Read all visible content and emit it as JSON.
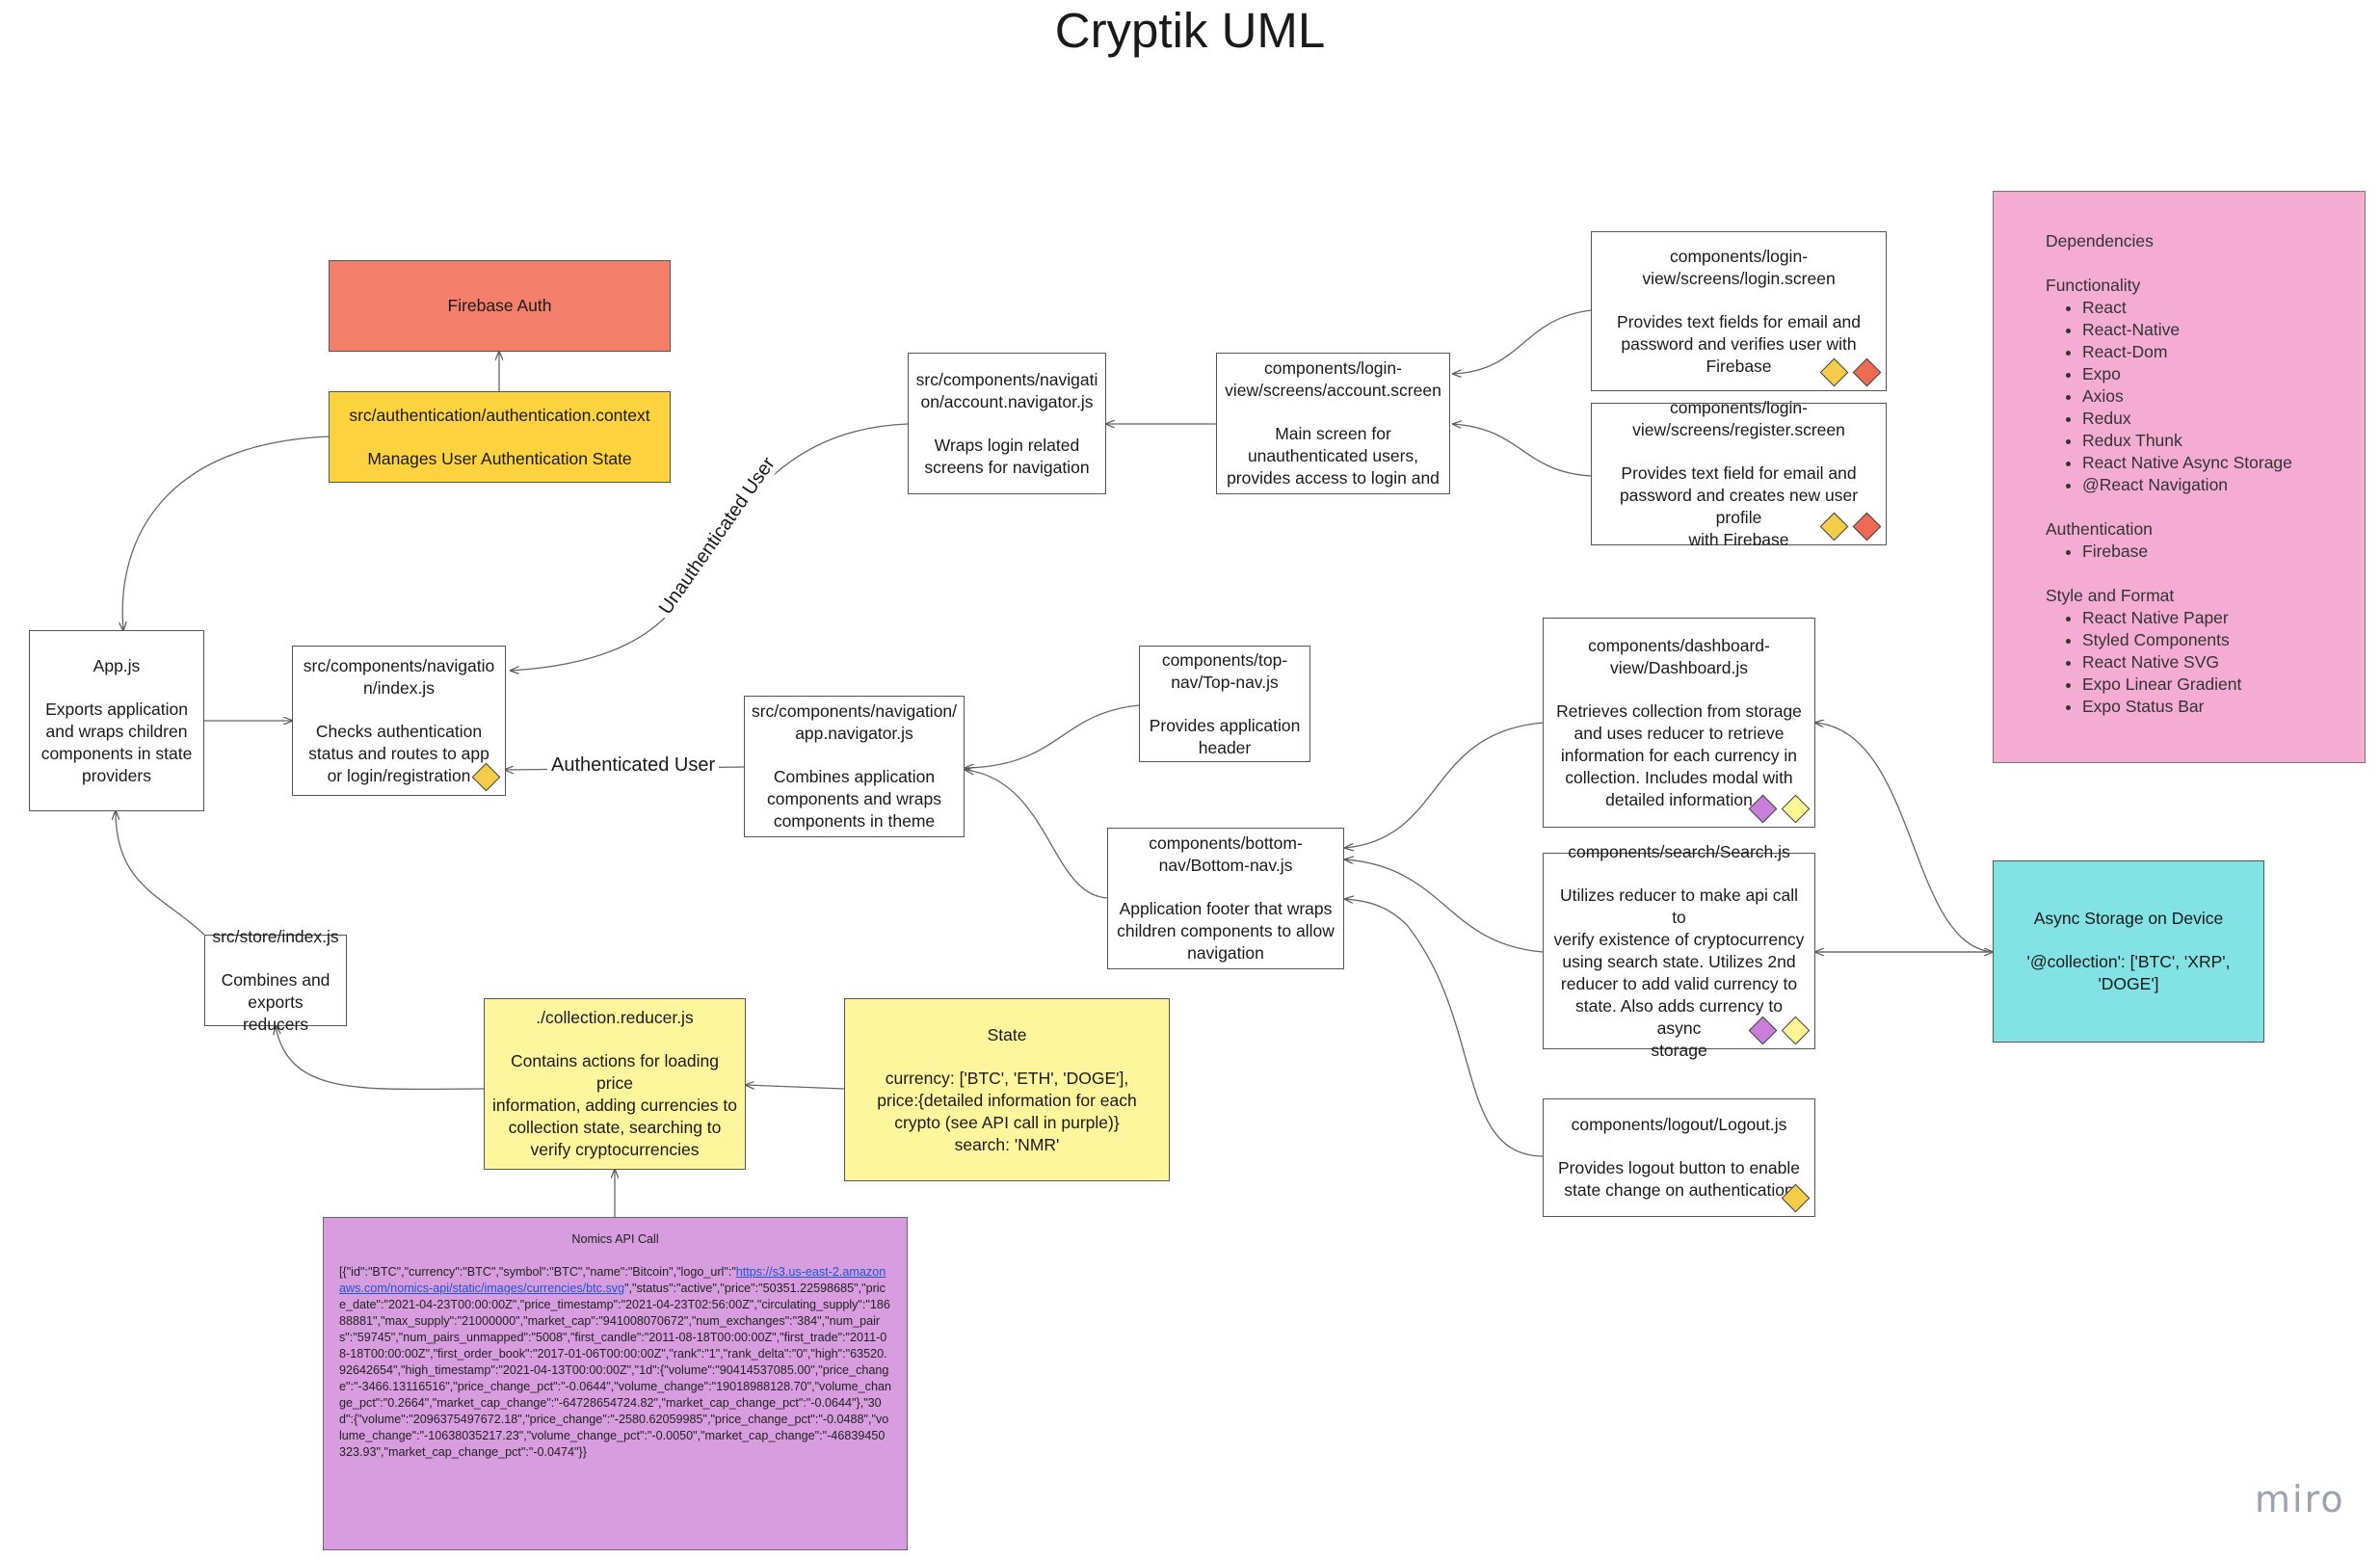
{
  "title": "Cryptik UML",
  "colors": {
    "firebase": "#f47f6b",
    "context": "#fcd33f",
    "dependencies": "#f4acd2",
    "async_storage": "#82e2e4",
    "state": "#fef59c",
    "api": "#d79ddf",
    "diamond_yellow": "#f4cc4a",
    "diamond_red": "#ed6a55",
    "diamond_purple": "#c97fd9",
    "diamond_lightyellow": "#fff594"
  },
  "nodes": {
    "firebase_auth": {
      "title": "Firebase Auth",
      "desc": ""
    },
    "auth_context": {
      "title": "src/authentication/authentication.context",
      "desc": "Manages User Authentication State"
    },
    "app_js": {
      "title": "App.js",
      "desc": "Exports application\nand wraps children\ncomponents in state\nproviders"
    },
    "nav_index": {
      "title": "src/components/navigatio\nn/index.js",
      "desc": "Checks authentication\nstatus and routes to app\nor login/registration"
    },
    "account_navigator": {
      "title": "src/components/navigati\non/account.navigator.js",
      "desc": "Wraps login related\nscreens for navigation"
    },
    "account_screen": {
      "title": "components/login-\nview/screens/account.screen",
      "desc": "Main screen for\nunauthenticated users,\nprovides access to login and"
    },
    "login_screen": {
      "title": "components/login-\nview/screens/login.screen",
      "desc": "Provides text fields for email and\npassword and verifies user with\nFirebase"
    },
    "register_screen": {
      "title": "components/login-\nview/screens/register.screen",
      "desc": "Provides text field for email and\npassword and creates new user profile\nwith Firebase"
    },
    "app_navigator": {
      "title": "src/components/navigation/\napp.navigator.js",
      "desc": "Combines application\ncomponents and wraps\ncomponents in theme"
    },
    "top_nav": {
      "title": "components/top-\nnav/Top-nav.js",
      "desc": "Provides application\nheader"
    },
    "bottom_nav": {
      "title": "components/bottom-\nnav/Bottom-nav.js",
      "desc": "Application footer that wraps\nchildren components to allow\nnavigation"
    },
    "dashboard": {
      "title": "components/dashboard-\nview/Dashboard.js",
      "desc": "Retrieves collection from storage\nand uses reducer to retrieve\ninformation for each currency in\ncollection. Includes modal with\ndetailed information"
    },
    "search": {
      "title": "components/search/Search.js",
      "desc": "Utilizes reducer to make api call to\nverify existence of cryptocurrency\nusing search state. Utilizes 2nd\nreducer to add valid currency to\nstate. Also adds currency to async\nstorage"
    },
    "logout": {
      "title": "components/logout/Logout.js",
      "desc": "Provides logout button to enable\nstate change on authentication"
    },
    "async_storage": {
      "title": "Async Storage on Device",
      "desc": "'@collection': ['BTC', 'XRP', 'DOGE']"
    },
    "store_index": {
      "title": "src/store/index.js",
      "desc": "Combines and\nexports reducers"
    },
    "collection_reducer": {
      "title": "./collection.reducer.js",
      "desc": "Contains actions for loading price\ninformation, adding currencies to\ncollection state, searching to\nverify cryptocurrencies"
    },
    "state": {
      "title": "State",
      "desc": "currency: ['BTC', 'ETH', 'DOGE'],\nprice:{detailed information for each\ncrypto (see API call in purple)}\nsearch: 'NMR'"
    }
  },
  "edge_labels": {
    "unauthenticated": "Unauthenticated User",
    "authenticated": "Authenticated User"
  },
  "dependencies": {
    "heading": "Dependencies",
    "sections": [
      {
        "name": "Functionality",
        "items": [
          "React",
          "React-Native",
          "React-Dom",
          "Expo",
          "Axios",
          "Redux",
          "Redux Thunk",
          "React Native Async Storage",
          "@React Navigation"
        ]
      },
      {
        "name": "Authentication",
        "items": [
          "Firebase"
        ]
      },
      {
        "name": "Style and Format",
        "items": [
          "React Native Paper",
          "Styled Components",
          "React Native SVG",
          "Expo Linear Gradient",
          "Expo Status Bar"
        ]
      }
    ]
  },
  "api_call": {
    "heading": "Nomics API Call",
    "prefix": "[{\"id\":\"BTC\",\"currency\":\"BTC\",\"symbol\":\"BTC\",\"name\":\"Bitcoin\",\"logo_url\":\"",
    "link": "https://s3.us-east-2.amazonaws.com/nomics-api/static/images/currencies/btc.svg",
    "suffix": "\",\"status\":\"active\",\"price\":\"50351.22598685\",\"price_date\":\"2021-04-23T00:00:00Z\",\"price_timestamp\":\"2021-04-23T02:56:00Z\",\"circulating_supply\":\"18688881\",\"max_supply\":\"21000000\",\"market_cap\":\"941008070672\",\"num_exchanges\":\"384\",\"num_pairs\":\"59745\",\"num_pairs_unmapped\":\"5008\",\"first_candle\":\"2011-08-18T00:00:00Z\",\"first_trade\":\"2011-08-18T00:00:00Z\",\"first_order_book\":\"2017-01-06T00:00:00Z\",\"rank\":\"1\",\"rank_delta\":\"0\",\"high\":\"63520.92642654\",\"high_timestamp\":\"2021-04-13T00:00:00Z\",\"1d\":{\"volume\":\"90414537085.00\",\"price_change\":\"-3466.13116516\",\"price_change_pct\":\"-0.0644\",\"volume_change\":\"19018988128.70\",\"volume_change_pct\":\"0.2664\",\"market_cap_change\":\"-64728654724.82\",\"market_cap_change_pct\":\"-0.0644\"},\"30d\":{\"volume\":\"2096375497672.18\",\"price_change\":\"-2580.62059985\",\"price_change_pct\":\"-0.0488\",\"volume_change\":\"-10638035217.23\",\"volume_change_pct\":\"-0.0050\",\"market_cap_change\":\"-46839450323.93\",\"market_cap_change_pct\":\"-0.0474\"}}"
  },
  "watermark": "miro"
}
